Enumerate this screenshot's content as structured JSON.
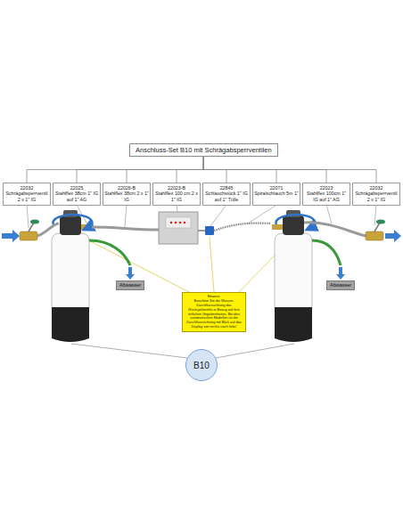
{
  "diagram": {
    "nodes": [
      {
        "text": [
          "Anschluss-Set B10 mit Schrägabsperrventilen"
        ]
      },
      {
        "text": [
          "22032",
          "Schrägabsperrventil 2 x 1\" IG"
        ]
      },
      {
        "text": [
          "22025",
          "Stahlflex 38cm 1\" IG auf 1\" AG"
        ]
      },
      {
        "text": [
          "22026-B",
          "Stahlflex 38cm 2 x 1\" IG"
        ]
      },
      {
        "text": [
          "22023-B",
          "Stahlflex 100 cm 2 x 1\" IG"
        ]
      },
      {
        "text": [
          "22845",
          "Schlauchstück 1\" IG auf 1\" Tülle"
        ]
      },
      {
        "text": [
          "22071",
          "Spiralschlauch 5m 1\""
        ]
      },
      {
        "text": [
          "22023",
          "Stahlflex 100cm 1\" IG auf 1\" AG"
        ]
      },
      {
        "text": [
          "22032",
          "Schrägabsperrventil 2 x 1\" IG"
        ]
      },
      {
        "text": [
          "Abwasser"
        ]
      },
      {
        "text": [
          "Abwasser"
        ]
      },
      {
        "text": [
          "Hinweis:",
          "Beachten Sie die Wasser-Durchflussrichtung des Rückspülventils in Bezug auf ihre örtlichen Gegebenheiten. Bei den automatischen Modellen ist die Durchflussrichtung mit Blick auf das Display von rechts nach links!"
        ]
      },
      {
        "text": [
          "B10"
        ]
      }
    ],
    "edges": [
      {
        "from": 0,
        "to": 1,
        "arrow": "none"
      },
      {
        "from": 0,
        "to": 2,
        "arrow": "none"
      },
      {
        "from": 0,
        "to": 3,
        "arrow": "none"
      },
      {
        "from": 0,
        "to": 4,
        "arrow": "none"
      },
      {
        "from": 0,
        "to": 5,
        "arrow": "none"
      },
      {
        "from": 0,
        "to": 6,
        "arrow": "none"
      },
      {
        "from": 0,
        "to": 7,
        "arrow": "none"
      },
      {
        "from": 0,
        "to": 8,
        "arrow": "none"
      }
    ]
  }
}
